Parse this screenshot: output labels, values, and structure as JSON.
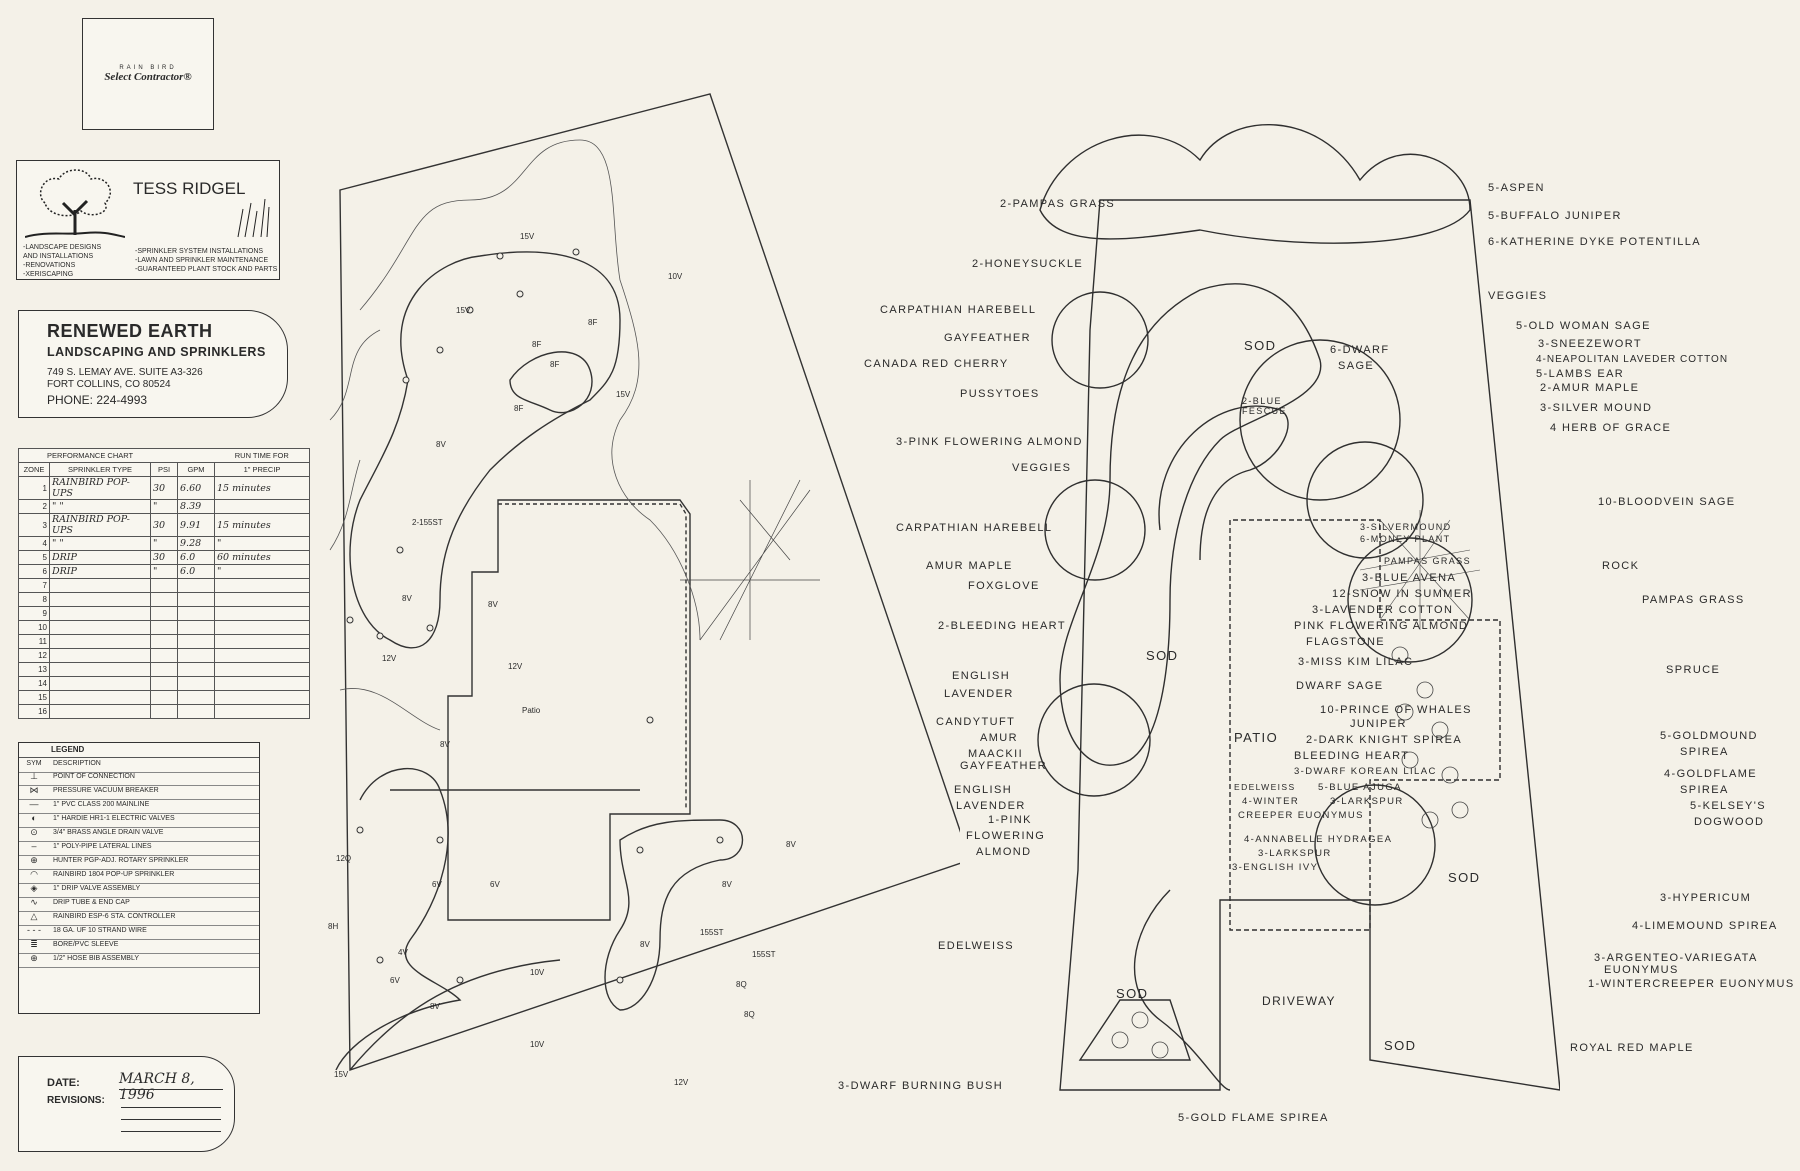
{
  "raincard": {
    "line1": "RAIN BIRD",
    "line2": "Select Contractor®"
  },
  "tess": {
    "name": "TESS RIDGEL",
    "left_services": [
      "-LANDSCAPE DESIGNS",
      "AND INSTALLATIONS",
      "-RENOVATIONS",
      "-XERISCAPING"
    ],
    "right_services": [
      "-SPRINKLER SYSTEM INSTALLATIONS",
      "-LAWN AND SPRINKLER MAINTENANCE",
      "-GUARANTEED PLANT STOCK AND PARTS"
    ]
  },
  "company": {
    "name": "RENEWED EARTH",
    "subtitle": "LANDSCAPING AND SPRINKLERS",
    "address1": "749 S. LEMAY AVE. SUITE A3-326",
    "address2": "FORT COLLINS, CO 80524",
    "phone": "PHONE: 224-4993"
  },
  "performance": {
    "title": "PERFORMANCE CHART",
    "runtime_header": "RUN TIME FOR",
    "headers": [
      "ZONE",
      "SPRINKLER TYPE",
      "PSI",
      "GPM",
      "1\" PRECIP"
    ],
    "rows": [
      [
        "1",
        "RAINBIRD POP-UPS",
        "30",
        "6.60",
        "15 minutes"
      ],
      [
        "2",
        "\"       \"",
        "\"",
        "8.39",
        ""
      ],
      [
        "3",
        "RAINBIRD POP-UPS",
        "30",
        "9.91",
        "15 minutes"
      ],
      [
        "4",
        "\"       \"",
        "\"",
        "9.28",
        "\""
      ],
      [
        "5",
        "DRIP",
        "30",
        "6.0",
        "60 minutes"
      ],
      [
        "6",
        "DRIP",
        "\"",
        "6.0",
        "\""
      ],
      [
        "7",
        "",
        "",
        "",
        ""
      ],
      [
        "8",
        "",
        "",
        "",
        ""
      ],
      [
        "9",
        "",
        "",
        "",
        ""
      ],
      [
        "10",
        "",
        "",
        "",
        ""
      ],
      [
        "11",
        "",
        "",
        "",
        ""
      ],
      [
        "12",
        "",
        "",
        "",
        ""
      ],
      [
        "13",
        "",
        "",
        "",
        ""
      ],
      [
        "14",
        "",
        "",
        "",
        ""
      ],
      [
        "15",
        "",
        "",
        "",
        ""
      ],
      [
        "16",
        "",
        "",
        "",
        ""
      ]
    ]
  },
  "legend": {
    "title": "LEGEND",
    "header": {
      "sym": "SYM",
      "desc": "DESCRIPTION"
    },
    "items": [
      {
        "sym": "⊥",
        "desc": "POINT OF CONNECTION"
      },
      {
        "sym": "⋈",
        "desc": "PRESSURE VACUUM BREAKER"
      },
      {
        "sym": "—",
        "desc": "1\" PVC CLASS 200 MAINLINE"
      },
      {
        "sym": "◐",
        "desc": "1\" HARDIE HR1-1 ELECTRIC VALVES"
      },
      {
        "sym": "⊙",
        "desc": "3/4\" BRASS ANGLE DRAIN VALVE"
      },
      {
        "sym": "–",
        "desc": "1\" POLY-PIPE LATERAL LINES"
      },
      {
        "sym": "⊕",
        "desc": "HUNTER PGP-ADJ. ROTARY SPRINKLER"
      },
      {
        "sym": "◠",
        "desc": "RAINBIRD 1804 POP-UP SPRINKLER"
      },
      {
        "sym": "◈",
        "desc": "1\" DRIP VALVE ASSEMBLY"
      },
      {
        "sym": "∿",
        "desc": "DRIP TUBE & END CAP"
      },
      {
        "sym": "△",
        "desc": "RAINBIRD ESP-6 STA. CONTROLLER"
      },
      {
        "sym": "- - -",
        "desc": "18 GA. UF  10  STRAND WIRE"
      },
      {
        "sym": "≣",
        "desc": "BORE/PVC SLEEVE"
      },
      {
        "sym": "⊕",
        "desc": "1/2\" HOSE BIB ASSEMBLY"
      }
    ]
  },
  "date": {
    "label": "DATE:",
    "value": "MARCH 8, 1996",
    "revisions_label": "REVISIONS:"
  },
  "irrigation_labels": [
    "15V",
    "10V",
    "15V",
    "8F",
    "8F",
    "8F",
    "15V",
    "8F",
    "8V",
    "2-155ST",
    "8V",
    "12V",
    "8V",
    "12V",
    "8V",
    "8V",
    "12Q",
    "8H",
    "4V",
    "6V",
    "6V",
    "10V",
    "8V",
    "6V",
    "10V",
    "8V",
    "15V",
    "8V",
    "8Q",
    "155ST",
    "155ST",
    "12V",
    "8Q",
    "Patio"
  ],
  "plant_labels": {
    "left": [
      "2-PAMPAS GRASS",
      "2-HONEYSUCKLE",
      "CARPATHIAN HAREBELL",
      "GAYFEATHER",
      "CANADA RED CHERRY",
      "PUSSYTOES",
      "3-PINK FLOWERING ALMOND",
      "VEGGIES",
      "CARPATHIAN HAREBELL",
      "AMUR MAPLE",
      "FOXGLOVE",
      "2-BLEEDING HEART",
      "ENGLISH",
      "LAVENDER",
      "CANDYTUFT",
      "AMUR",
      "MAACKII",
      "GAYFEATHER",
      "ENGLISH",
      "LAVENDER",
      "1-PINK",
      "FLOWERING",
      "ALMOND",
      "EDELWEISS",
      "3-DWARF BURNING BUSH"
    ],
    "center": [
      "SOD",
      "6-DWARF",
      "SAGE",
      "2-BLUE",
      "FESCUE",
      "3-SILVERMOUND",
      "6-MONEY PLANT",
      "PAMPAS GRASS",
      "3-BLUE AVENA",
      "12-SNOW IN SUMMER",
      "3-LAVENDER COTTON",
      "PINK FLOWERING ALMOND",
      "FLAGSTONE",
      "SOD",
      "3-MISS KIM LILAC",
      "DWARF SAGE",
      "10-PRINCE OF WHALES",
      "JUNIPER",
      "2-DARK KNIGHT SPIREA",
      "PATIO",
      "BLEEDING HEART",
      "3-DWARF KOREAN LILAC",
      "EDELWEISS",
      "5-BLUE AJUGA",
      "4-WINTER",
      "CREEPER EUONYMUS",
      "3-LARKSPUR",
      "4-ANNABELLE HYDRAGEA",
      "3-LARKSPUR",
      "3-ENGLISH IVY",
      "SOD",
      "DRIVEWAY",
      "5-GOLD FLAME SPIREA",
      "SOD",
      "SOD"
    ],
    "right": [
      "5-ASPEN",
      "5-BUFFALO JUNIPER",
      "6-KATHERINE DYKE POTENTILLA",
      "VEGGIES",
      "5-OLD WOMAN SAGE",
      "3-SNEEZEWORT",
      "4-NEAPOLITAN LAVEDER COTTON",
      "5-LAMBS EAR",
      "2-AMUR MAPLE",
      "3-SILVER MOUND",
      "4 HERB OF GRACE",
      "10-BLOODVEIN SAGE",
      "ROCK",
      "PAMPAS GRASS",
      "SPRUCE",
      "5-GOLDMOUND",
      "SPIREA",
      "4-GOLDFLAME",
      "SPIREA",
      "5-KELSEY'S",
      "DOGWOOD",
      "3-HYPERICUM",
      "4-LIMEMOUND SPIREA",
      "3-ARGENTEO-VARIEGATA",
      "EUONYMUS",
      "1-WINTERCREEPER EUONYMUS",
      "ROYAL RED MAPLE"
    ]
  }
}
